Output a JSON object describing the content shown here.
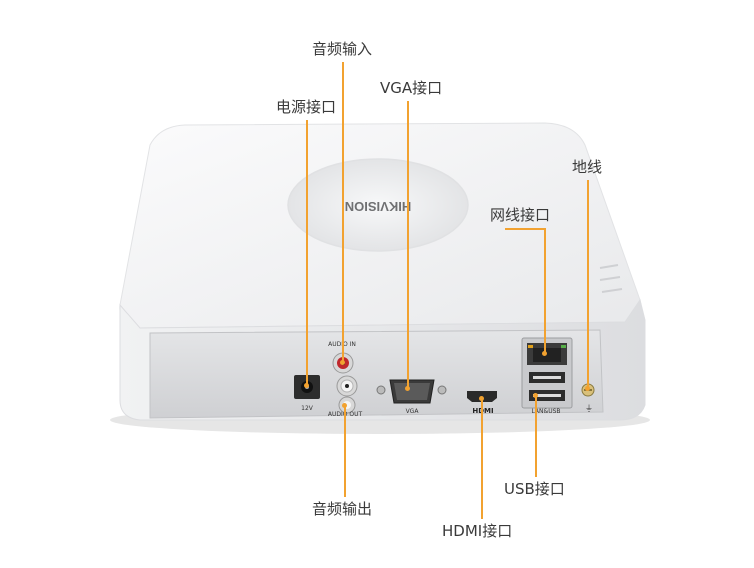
{
  "labels": {
    "audio_in": "音频输入",
    "power": "电源接口",
    "vga": "VGA接口",
    "ground": "地线",
    "network": "网线接口",
    "audio_out": "音频输出",
    "hdmi": "HDMI接口",
    "usb": "USB接口"
  },
  "device": {
    "brand": "HIKVISION",
    "port_text": {
      "audio_in": "AUDIO IN",
      "audio_out": "AUDIO OUT",
      "power": "12V",
      "vga": "VGA",
      "hdmi": "HDMI",
      "lan_usb": "LAN&USB"
    }
  },
  "colors": {
    "leader": "#f2a230",
    "label_text": "#3a3a3a",
    "shell": "#f4f5f6",
    "panel": "#d9dadc"
  }
}
